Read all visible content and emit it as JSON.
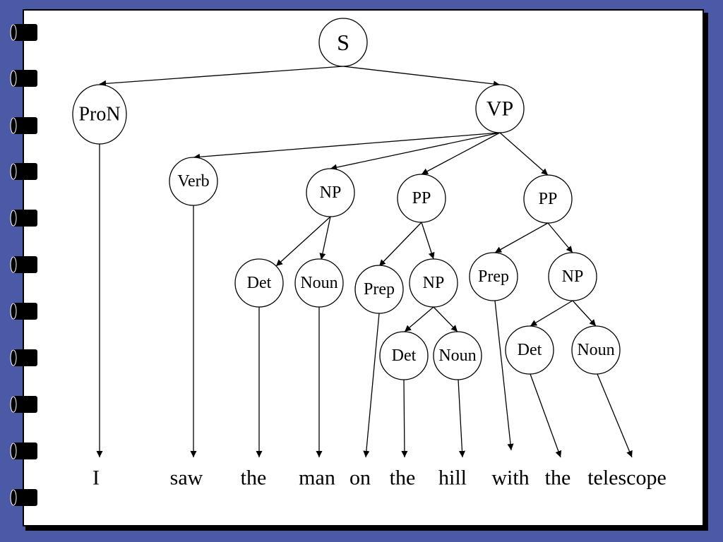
{
  "tree": {
    "nodes": {
      "s": "S",
      "pron": "ProN",
      "vp": "VP",
      "verb": "Verb",
      "np1": "NP",
      "pp1": "PP",
      "pp2": "PP",
      "det1": "Det",
      "noun1": "Noun",
      "prep1": "Prep",
      "np2": "NP",
      "prep2": "Prep",
      "np3": "NP",
      "det2": "Det",
      "noun2": "Noun",
      "det3": "Det",
      "noun3": "Noun"
    },
    "words": {
      "w1": "I",
      "w2": "saw",
      "w3": "the",
      "w4": "man",
      "w5": "on",
      "w6": "the",
      "w7": "hill",
      "w8": "with",
      "w9": "the",
      "w10": "telescope"
    }
  },
  "colors": {
    "background": "#4a5aa6",
    "slide": "#ffffff",
    "ink": "#000000"
  }
}
